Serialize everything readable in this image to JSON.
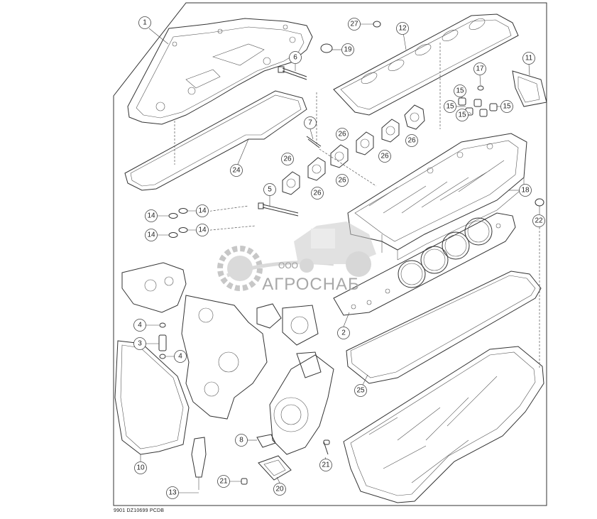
{
  "callouts": {
    "c1": "1",
    "c2": "2",
    "c3": "3",
    "c4a": "4",
    "c4b": "4",
    "c5": "5",
    "c6": "6",
    "c7": "7",
    "c8": "8",
    "c10": "10",
    "c11": "11",
    "c12": "12",
    "c13": "13",
    "c14a": "14",
    "c14b": "14",
    "c14c": "14",
    "c14d": "14",
    "c15a": "15",
    "c15b": "15",
    "c15c": "15",
    "c15d": "15",
    "c17": "17",
    "c18": "18",
    "c19": "19",
    "c20": "20",
    "c21a": "21",
    "c21b": "21",
    "c22": "22",
    "c24": "24",
    "c25": "25",
    "c26a": "26",
    "c26b": "26",
    "c26c": "26",
    "c26d": "26",
    "c26e": "26",
    "c26f": "26",
    "c27": "27"
  },
  "watermark": {
    "ooo": "ООО",
    "name": "АГРОСНАБ"
  },
  "footer": {
    "code": "9901  DZ10699  PCDB"
  }
}
